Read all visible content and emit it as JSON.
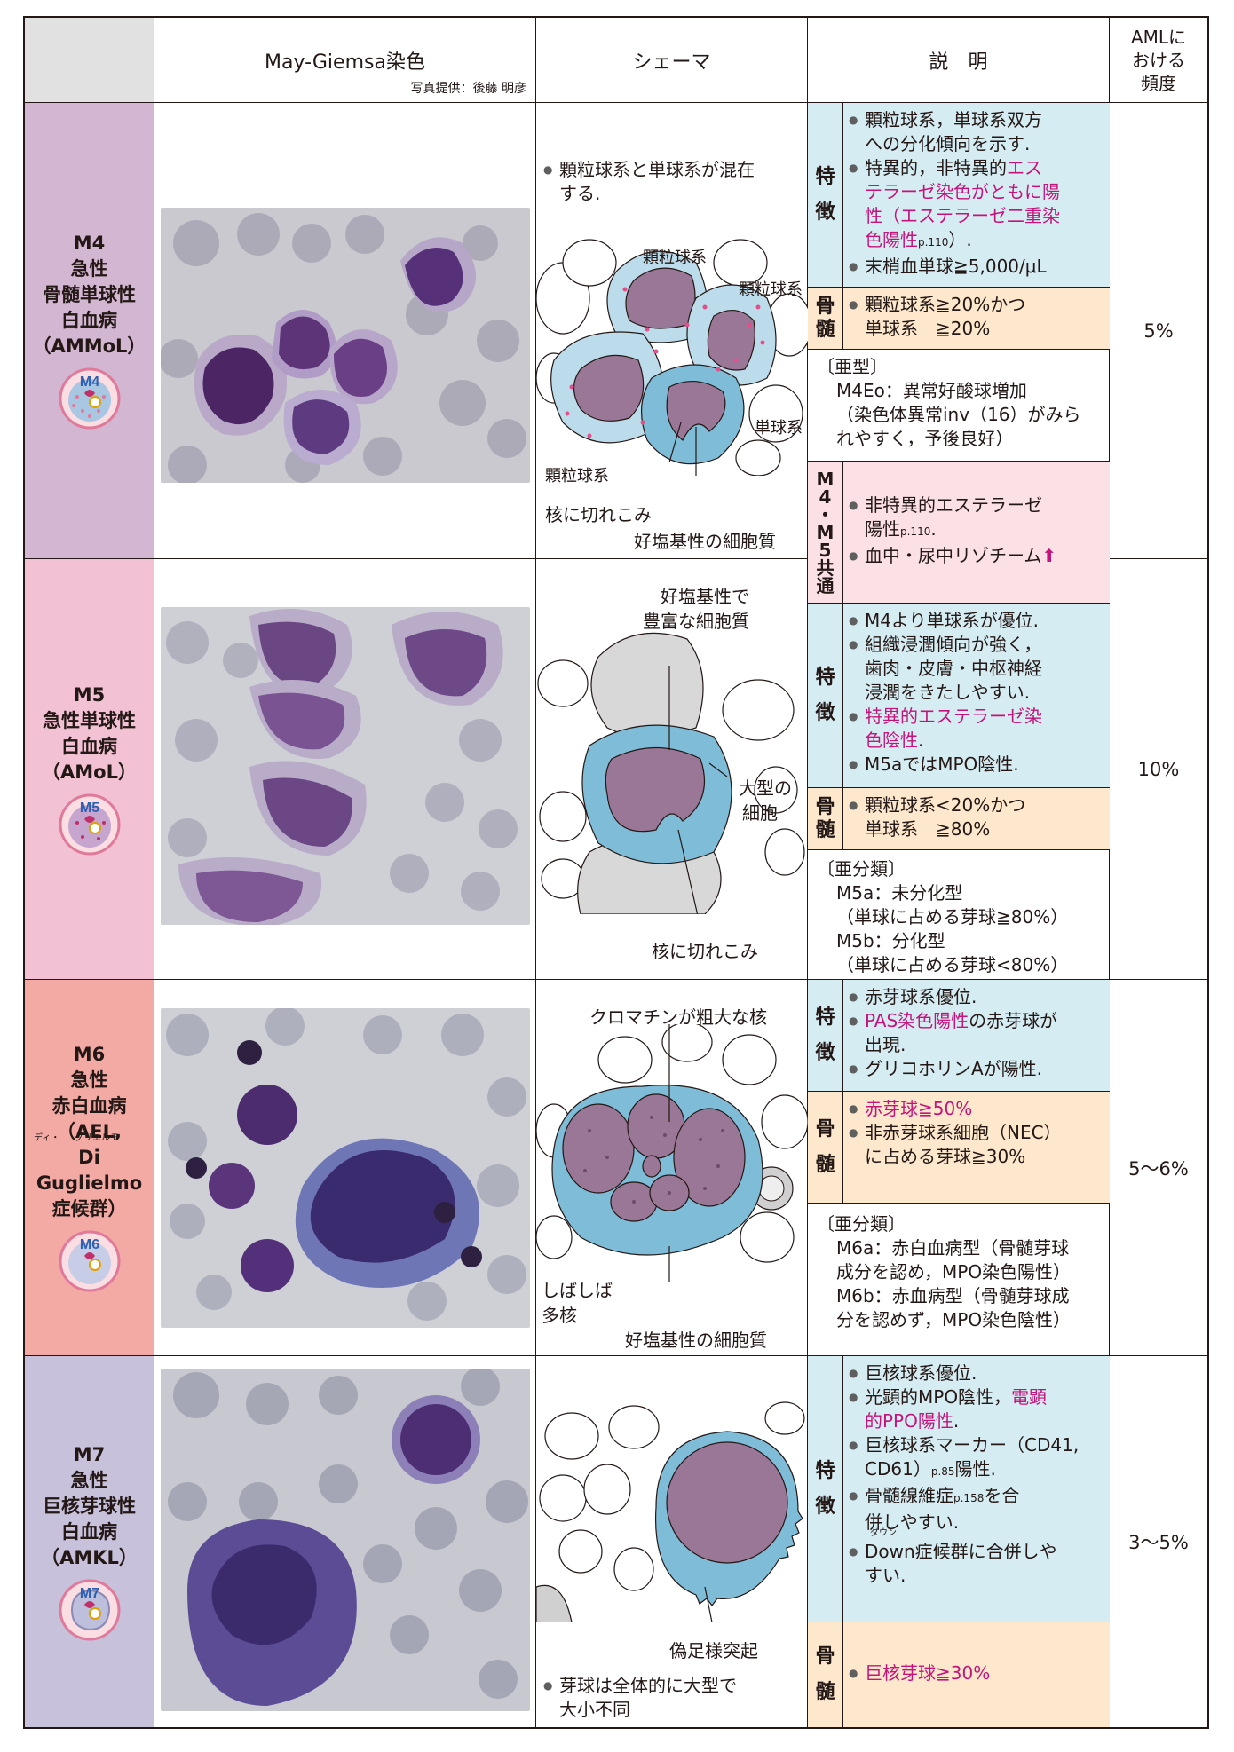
{
  "header": {
    "col1": "May-Giemsa染色",
    "credit": "写真提供：後藤 明彦",
    "col2": "シェーマ",
    "col3": "説　明",
    "col4a": "AMLに",
    "col4b": "おける",
    "col4c": "頻度"
  },
  "rows": [
    {
      "label": [
        "M4",
        "急性",
        "骨髄単球性",
        "白血病",
        "（AMMoL）"
      ],
      "icon_label": "M4",
      "freq": "5%",
      "schema": {
        "note": "顆粒球系と単球系が混在",
        "note2": "する.",
        "l1": "顆粒球系",
        "l2": "顆粒球系",
        "l3": "単球系",
        "l4": "顆粒球系",
        "l5": "核に切れこみ",
        "l6": "好塩基性の細胞質"
      },
      "feat_head": [
        "特",
        "徴"
      ],
      "feat": [
        "顆粒球系，単球系双方",
        "への分化傾向を示す.",
        "特異的，非特異的",
        "エス",
        "テラーゼ染色がともに陽",
        "性（エステラーゼ二重染",
        "色陽性",
        "p.110",
        "）.",
        "末梢血単球≧5,000/μL"
      ],
      "bm_head": [
        "骨",
        "髄"
      ],
      "bm": [
        "顆粒球系≧20%かつ",
        "単球系　≧20%"
      ],
      "subtype": [
        "〔亜型〕",
        "M4Eo：異常好酸球増加",
        "（染色体異常inv（16）がみら",
        "れやすく，予後良好）"
      ],
      "common_head": [
        "M",
        "4",
        "・",
        "M",
        "5",
        "共",
        "通"
      ],
      "common": [
        "非特異的エステラーゼ",
        "陽性",
        "p.110",
        ".",
        "血中・尿中リゾチーム",
        "⬆"
      ]
    },
    {
      "label": [
        "M5",
        "急性単球性",
        "白血病",
        "（AMoL）"
      ],
      "icon_label": "M5",
      "freq": "10%",
      "schema": {
        "l1": "好塩基性で",
        "l2": "豊富な細胞質",
        "l3": "大型の",
        "l4": "細胞",
        "l5": "核に切れこみ"
      },
      "feat_head": [
        "特",
        "徴"
      ],
      "feat": [
        "M4より単球系が優位.",
        "組織浸潤傾向が強く，",
        "歯肉・皮膚・中枢神経",
        "浸潤をきたしやすい.",
        "特異的エステラーゼ染",
        "色陰性",
        ".",
        "M5aではMPO陰性."
      ],
      "bm_head": [
        "骨",
        "髄"
      ],
      "bm": [
        "顆粒球系<20%かつ",
        "単球系　≧80%"
      ],
      "subtype": [
        "〔亜分類〕",
        "M5a：未分化型",
        "（単球に占める芽球≧80%）",
        "M5b：分化型",
        "（単球に占める芽球<80%）"
      ]
    },
    {
      "label": [
        "M6",
        "急性",
        "赤白血病",
        "（AEL,",
        "Di Guglielmo",
        "症候群）"
      ],
      "ruby1": "ディ・",
      "ruby2": "グリエルモ",
      "icon_label": "M6",
      "freq": "5〜6%",
      "schema": {
        "l1": "クロマチンが粗大な核",
        "l2": "しばしば",
        "l3": "多核",
        "l4": "好塩基性の細胞質"
      },
      "feat_head": [
        "特",
        "徴"
      ],
      "feat": [
        "赤芽球系優位.",
        "PAS染色陽性",
        "の赤芽球が",
        "出現.",
        "グリコホリンAが陽性."
      ],
      "bm_head": [
        "骨",
        "髄"
      ],
      "bm": [
        "赤芽球≧50%",
        "非赤芽球系細胞（NEC）",
        "に占める芽球≧30%"
      ],
      "subtype": [
        "〔亜分類〕",
        "M6a：赤白血病型（骨髄芽球",
        "成分を認め，MPO染色陽性）",
        "M6b：赤血病型（骨髄芽球成",
        "分を認めず，MPO染色陰性）"
      ]
    },
    {
      "label": [
        "M7",
        "急性",
        "巨核芽球性",
        "白血病",
        "（AMKL）"
      ],
      "icon_label": "M7",
      "freq": "3〜5%",
      "schema": {
        "l1": "偽足様突起",
        "note": "芽球は全体的に大型で",
        "note2": "大小不同"
      },
      "feat_head": [
        "特",
        "徴"
      ],
      "feat": [
        "巨核球系優位.",
        "光顕的MPO陰性，",
        "電顕",
        "的PPO陽性",
        ".",
        "巨核球系マーカー（CD41,",
        "CD61）",
        "p.85",
        "陽性.",
        "骨髄線維症",
        "p.158",
        "を合",
        "併しやすい.",
        "ダウン",
        "Down症候群に合併しや",
        "すい."
      ],
      "bm_head": [
        "骨",
        "髄"
      ],
      "bm": [
        "巨核芽球≧30%"
      ]
    }
  ],
  "colors": {
    "m4": "#d3b6d1",
    "m5": "#f3c1d4",
    "m6": "#f3a9a4",
    "m7": "#c7c1dc",
    "feat": "#d6ecf3",
    "bm": "#fde7cd",
    "common": "#fbe0e6",
    "magenta": "#c4147a",
    "cytoplasm": "#7fbcd8",
    "nucleus": "#9b7797"
  }
}
